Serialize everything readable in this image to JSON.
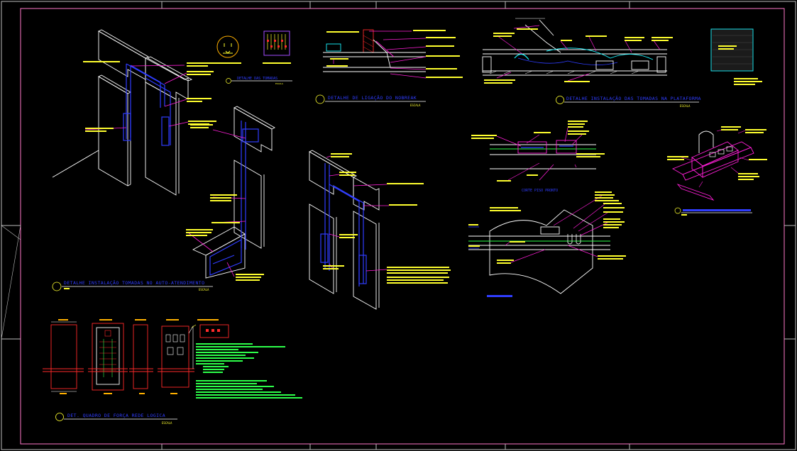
{
  "colors": {
    "background": "#000000",
    "border": "#ff77c8",
    "frame": "#c7c7c7",
    "white": "#ffffff",
    "yellow": "#ffff2e",
    "magenta": "#ff1fd7",
    "blue": "#2f3dff",
    "cyan": "#19f5ff",
    "green": "#2dff4a",
    "red": "#ff2a2a",
    "purple": "#a24dff",
    "orange": "#ffb000"
  },
  "details": {
    "auto_atendimento": {
      "title": "DETALHE INSTALAÇÃO TOMADAS NO AUTO-ATENDIMENTO",
      "scale": "ESCALA"
    },
    "tomadas": {
      "title": "DETALHE DAS TOMADAS",
      "scale": "ESCALA"
    },
    "nobreak": {
      "title": "DETALHE DE LIGAÇÃO DO NOBREAK",
      "scale": "ESCALA"
    },
    "plataforma": {
      "title": "DETALHE INSTALAÇÃO DAS TOMADAS NA PLATAFORMA",
      "scale": "ESCALA"
    },
    "corte_piso": {
      "title": "CORTE PISO PRONTO"
    },
    "quadro": {
      "title": "DET. QUADRO DE FORÇA REDE LOGICA",
      "scale": "ESCALA"
    }
  }
}
